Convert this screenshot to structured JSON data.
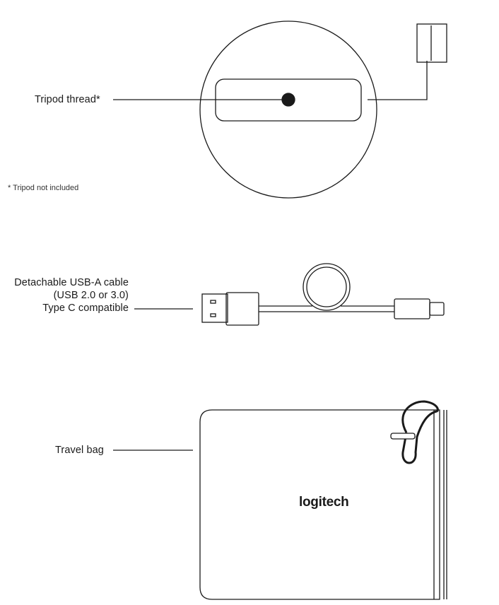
{
  "labels": {
    "tripod_thread": "Tripod thread*",
    "tripod_note": "* Tripod not included",
    "cable_line1": "Detachable USB-A cable",
    "cable_line2": "(USB 2.0 or 3.0)",
    "cable_line3": "Type C compatible",
    "travel_bag": "Travel bag",
    "brand": "logitech"
  },
  "colors": {
    "stroke": "#1a1a1a",
    "background": "#ffffff"
  }
}
